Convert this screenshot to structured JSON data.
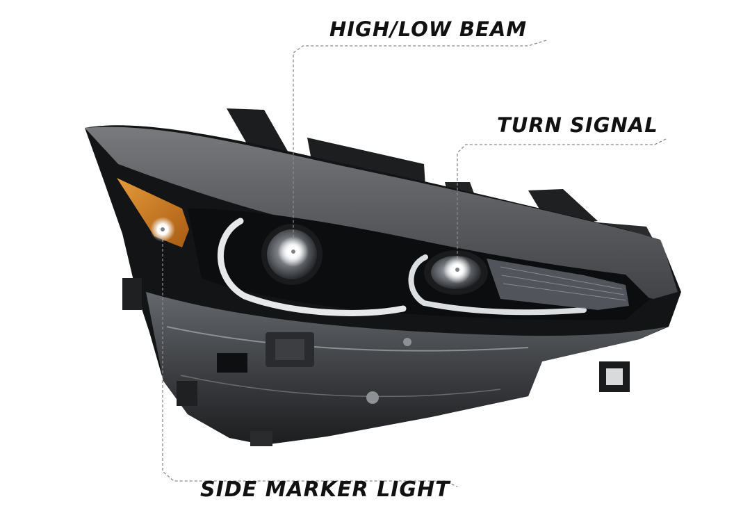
{
  "image": {
    "subject": "automotive headlight assembly",
    "background_color": "#ffffff",
    "housing_color": "#151617",
    "lens_color": "#c9cdd2",
    "amber_reflector_color": "#c8741c",
    "leader_line_color": "#8a8a8a",
    "highlight_dot_color": "#ffffff"
  },
  "callouts": [
    {
      "label": "HIGH/LOW BEAM",
      "icon": "highlight-dot-icon"
    },
    {
      "label": "TURN SIGNAL",
      "icon": "highlight-dot-icon"
    },
    {
      "label": "SIDE MARKER LIGHT",
      "icon": "highlight-dot-icon"
    }
  ]
}
